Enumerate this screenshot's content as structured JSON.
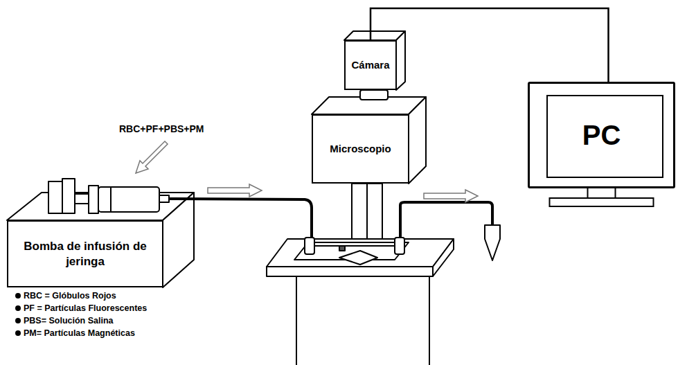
{
  "diagram": {
    "nodes": [
      {
        "text": [
          "Cámara"
        ]
      },
      {
        "text": [
          "PC"
        ]
      },
      {
        "text": [
          "Microscopio"
        ]
      },
      {
        "text": [
          "Bomba de infusión de jeringa"
        ]
      }
    ],
    "edges": [
      {
        "from": 0,
        "to": 1,
        "arrow": "none"
      }
    ],
    "labels": [
      "RBC+PF+PBS+PM"
    ],
    "legend": [
      {
        "text": "RBC = Glóbulos Rojos"
      },
      {
        "text": "PF = Partículas Fluorescentes"
      },
      {
        "text": "PBS= Solución Salina"
      },
      {
        "text": "PM= Partículas Magnéticas"
      }
    ]
  }
}
